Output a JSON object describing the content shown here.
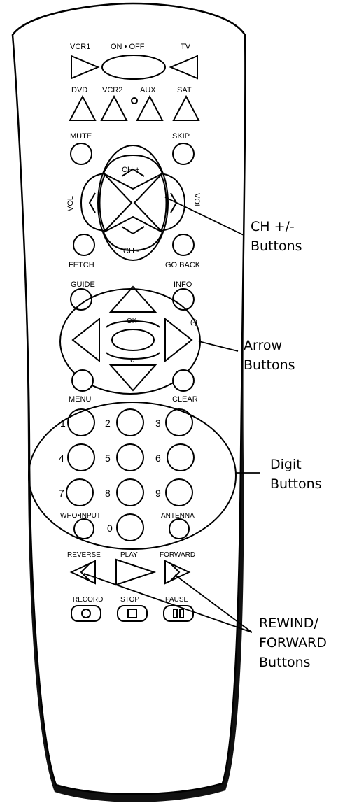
{
  "remote": {
    "labels": {
      "vcr1": "VCR1",
      "on_off": "ON • OFF",
      "tv": "TV",
      "dvd": "DVD",
      "vcr2": "VCR2",
      "aux": "AUX",
      "sat": "SAT",
      "mute": "MUTE",
      "skip": "SKIP",
      "ch_plus": "CH +",
      "ch_minus": "CH -",
      "vol_left": "VOL",
      "vol_right": "VOL",
      "fetch": "FETCH",
      "go_back": "GO BACK",
      "guide": "GUIDE",
      "info": "INFO",
      "info_sub": "(-)",
      "ok": "OK",
      "i": "¿",
      "menu": "MENU",
      "clear": "CLEAR",
      "who_input": "WHO•INPUT",
      "antenna": "ANTENNA",
      "reverse": "REVERSE",
      "play": "PLAY",
      "forward": "FORWARD",
      "record": "RECORD",
      "stop": "STOP",
      "pause": "PAUSE"
    },
    "digits": [
      "1",
      "2",
      "3",
      "4",
      "5",
      "6",
      "7",
      "8",
      "9",
      "0"
    ]
  },
  "callouts": {
    "ch": [
      "CH +/-",
      "Buttons"
    ],
    "arrow": [
      "Arrow",
      "Buttons"
    ],
    "digit": [
      "Digit",
      "Buttons"
    ],
    "rewind": [
      "REWIND/",
      "FORWARD",
      "Buttons"
    ]
  }
}
